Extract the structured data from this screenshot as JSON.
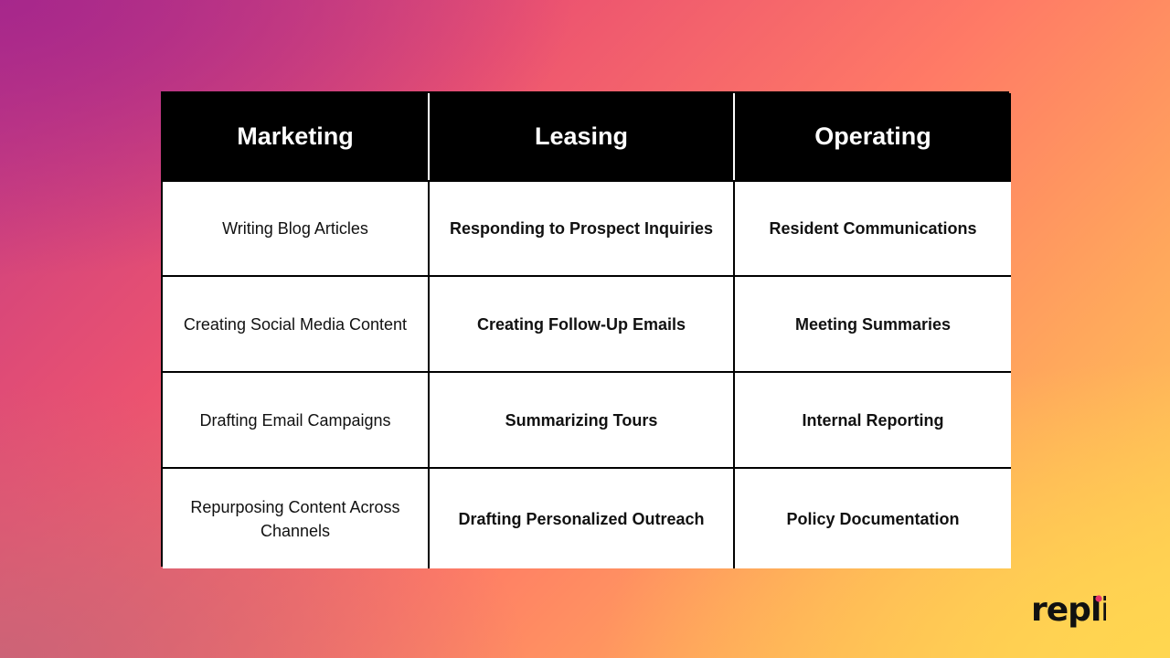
{
  "table": {
    "headers": [
      "Marketing",
      "Leasing",
      "Operating"
    ],
    "rows": [
      [
        "Writing Blog Articles",
        "Responding to Prospect Inquiries",
        "Resident Communications"
      ],
      [
        "Creating Social Media Content",
        "Creating Follow-Up Emails",
        "Meeting Summaries"
      ],
      [
        "Drafting Email Campaigns",
        "Summarizing Tours",
        "Internal Reporting"
      ],
      [
        "Repurposing Content Across Channels",
        "Drafting Personalized Outreach",
        "Policy Documentation"
      ]
    ]
  },
  "logo": {
    "text": "repli",
    "text_color": "#111111",
    "dot_color": "#e8336b"
  },
  "colors": {
    "header_bg": "#000000",
    "header_text": "#ffffff",
    "cell_bg": "#ffffff",
    "gradient": [
      "#a5268c",
      "#ec5370",
      "#ff7a66",
      "#ffa85c",
      "#ffd054"
    ]
  }
}
